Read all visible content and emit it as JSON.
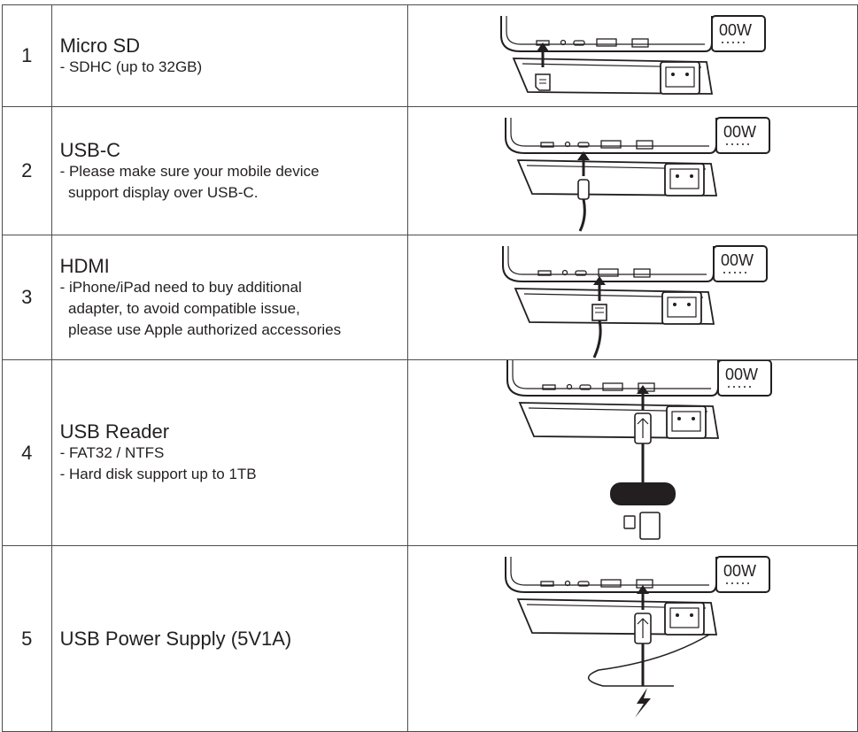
{
  "rows": [
    {
      "number": "1",
      "title": "Micro SD",
      "lines": [
        "- SDHC (up to 32GB)"
      ],
      "illustration": "micro-sd-slot-illustration"
    },
    {
      "number": "2",
      "title": "USB-C",
      "lines": [
        "- Please make sure your mobile device",
        "  support display over USB-C."
      ],
      "illustration": "usb-c-port-illustration"
    },
    {
      "number": "3",
      "title": "HDMI",
      "lines": [
        "- iPhone/iPad need to buy additional",
        "  adapter, to avoid compatible issue,",
        "  please use Apple authorized accessories"
      ],
      "illustration": "hdmi-port-illustration"
    },
    {
      "number": "4",
      "title": "USB Reader",
      "lines": [
        "- FAT32 / NTFS",
        "- Hard disk support up to 1TB"
      ],
      "illustration": "usb-reader-illustration"
    },
    {
      "number": "5",
      "title": "USB Power Supply (5V1A)",
      "lines": [],
      "illustration": "usb-power-illustration"
    }
  ]
}
